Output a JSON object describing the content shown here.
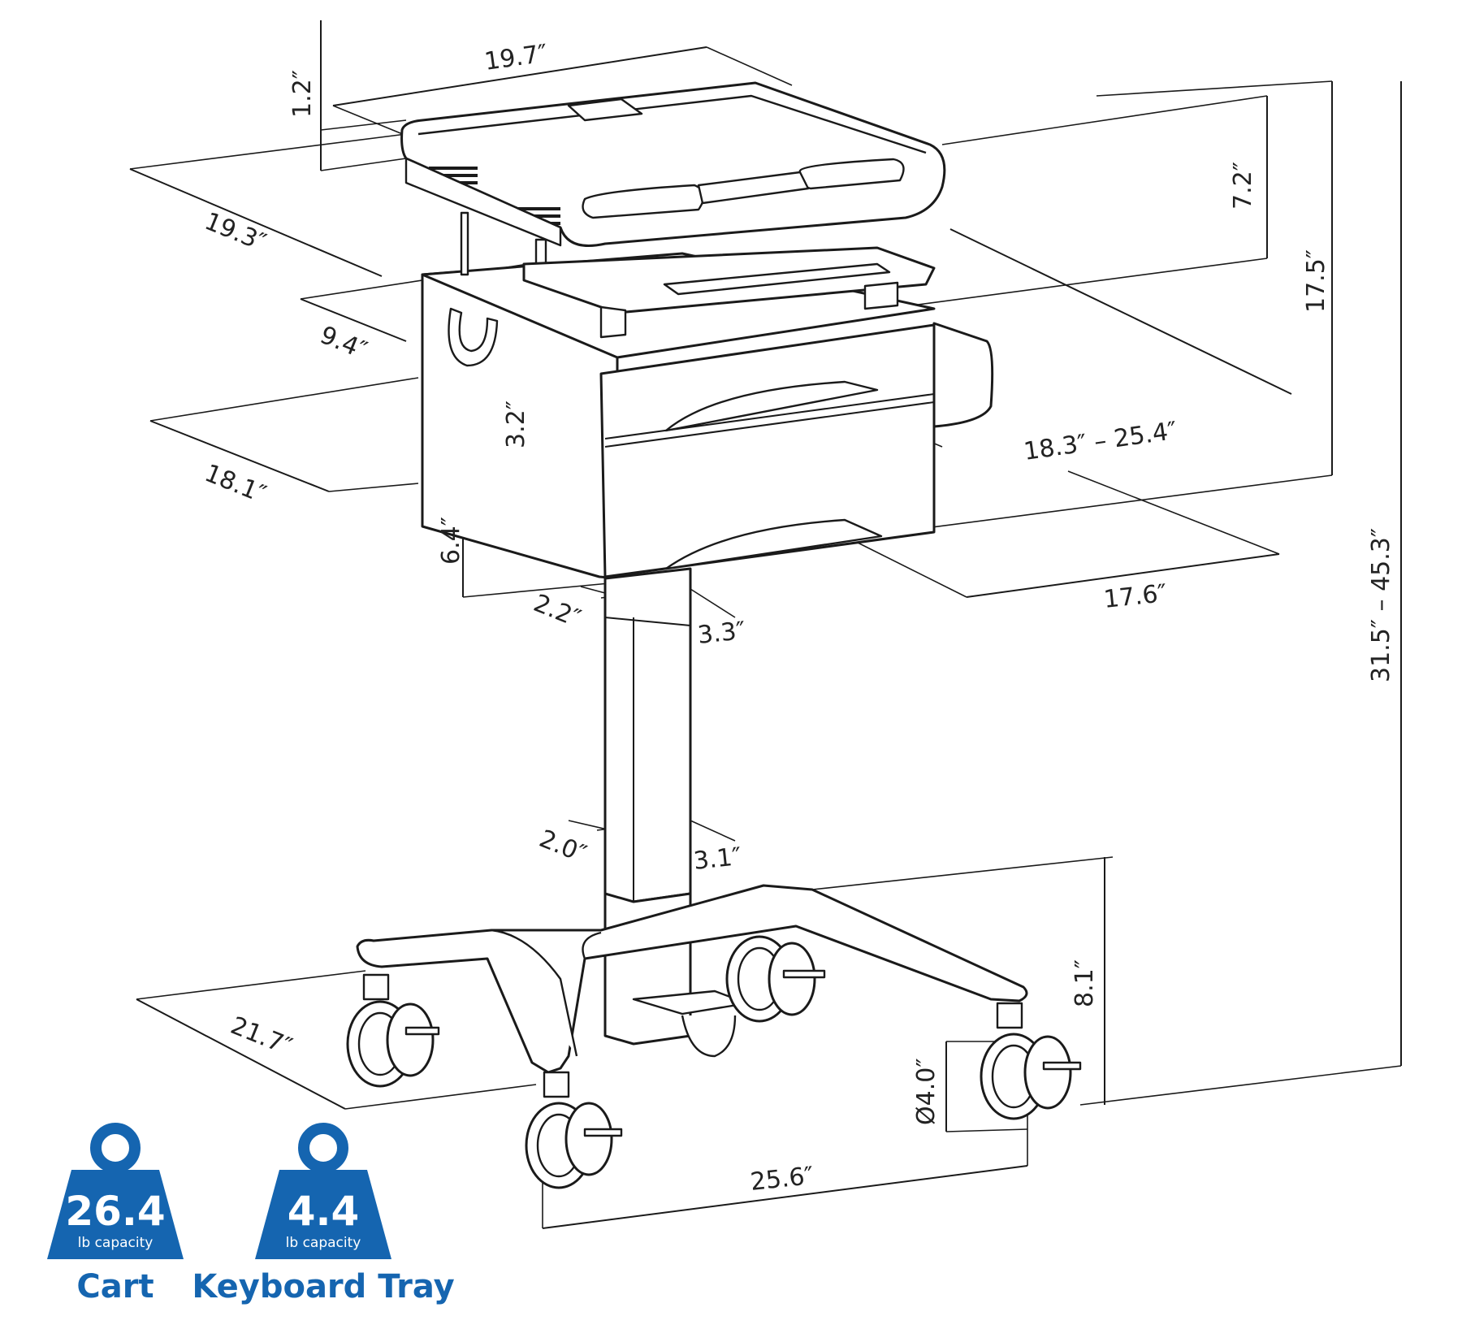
{
  "dimensions": {
    "top_width": "19.7″",
    "top_thickness": "1.2″",
    "top_depth": "19.3″",
    "keyboard_gap": "7.2″",
    "keyboard_depth": "9.4″",
    "worksurface_to_drawer": "17.5″",
    "drawer_top_height": "3.2″",
    "keyboard_extension": "18.3″ – 25.4″",
    "drawer_depth": "18.1″",
    "drawer_bottom_height": "6.4″",
    "drawer_width": "17.6″",
    "upper_column_depth": "2.2″",
    "upper_column_width": "3.3″",
    "total_height": "31.5″ – 45.3″",
    "lower_column_depth": "2.0″",
    "lower_column_width": "3.1″",
    "base_height": "8.1″",
    "base_depth": "21.7″",
    "caster_diameter": "Ø4.0″",
    "base_width": "25.6″"
  },
  "badges": [
    {
      "value": "26.4",
      "unit": "lb capacity",
      "label": "Cart"
    },
    {
      "value": "4.4",
      "unit": "lb capacity",
      "label": "Keyboard Tray"
    }
  ],
  "colors": {
    "badge": "#1565b0",
    "line": "#1a1a1a"
  },
  "icons": [
    "weight-icon"
  ]
}
